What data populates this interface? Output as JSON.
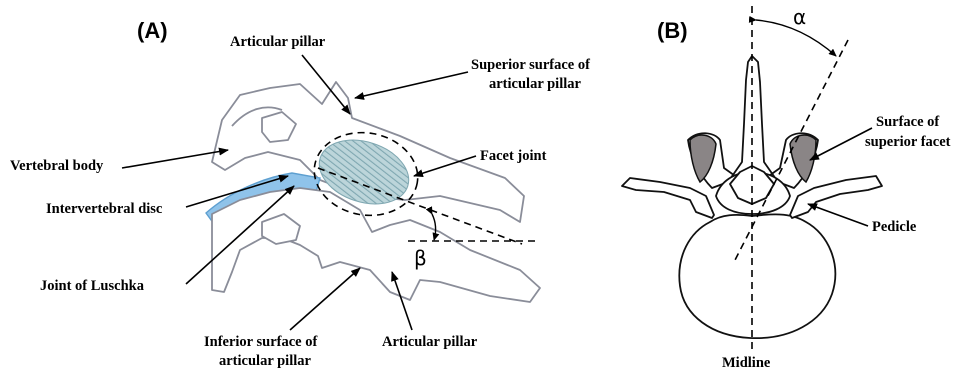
{
  "panel_a": {
    "label": "(A)",
    "articular_pillar_top": "Articular pillar",
    "superior_surface_line1": "Superior surface of",
    "superior_surface_line2": "articular pillar",
    "vertebral_body": "Vertebral body",
    "facet_joint": "Facet joint",
    "intervertebral_disc": "Intervertebral disc",
    "joint_of_luschka": "Joint of Luschka",
    "inferior_surface_line1": "Inferior surface of",
    "inferior_surface_line2": "articular pillar",
    "articular_pillar_bottom": "Articular pillar",
    "angle_symbol": "β"
  },
  "panel_b": {
    "label": "(B)",
    "angle_symbol": "α",
    "surface_line1": "Surface of",
    "surface_line2": "superior facet",
    "pedicle": "Pedicle",
    "midline": "Midline"
  },
  "colors": {
    "disc": "#8fc3ea",
    "facet_cartilage": "#8fb4bd",
    "facet_surface": "#8a8586",
    "outline": "#8a8d99"
  }
}
